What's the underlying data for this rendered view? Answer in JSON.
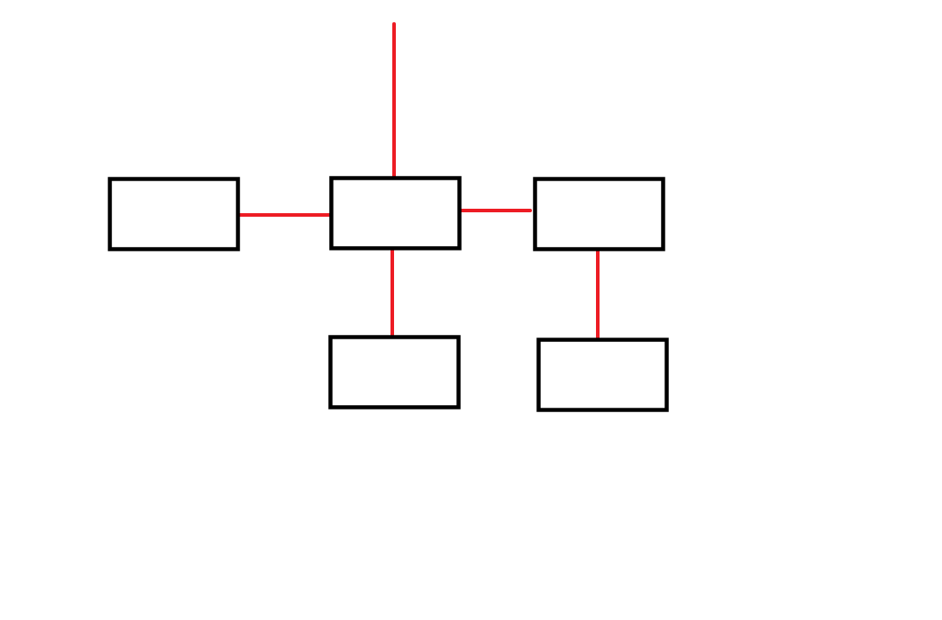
{
  "diagram": {
    "title": "",
    "colors": {
      "box_stroke": "#000000",
      "connector": "#ed1c24",
      "background": "#ffffff"
    },
    "nodes": [
      {
        "id": "left",
        "label": ""
      },
      {
        "id": "center",
        "label": ""
      },
      {
        "id": "right",
        "label": ""
      },
      {
        "id": "center-bottom",
        "label": ""
      },
      {
        "id": "right-bottom",
        "label": ""
      }
    ],
    "edges": [
      {
        "from": "top-open-end",
        "to": "center"
      },
      {
        "from": "left",
        "to": "center"
      },
      {
        "from": "center",
        "to": "right"
      },
      {
        "from": "center",
        "to": "center-bottom"
      },
      {
        "from": "right",
        "to": "right-bottom"
      }
    ]
  }
}
